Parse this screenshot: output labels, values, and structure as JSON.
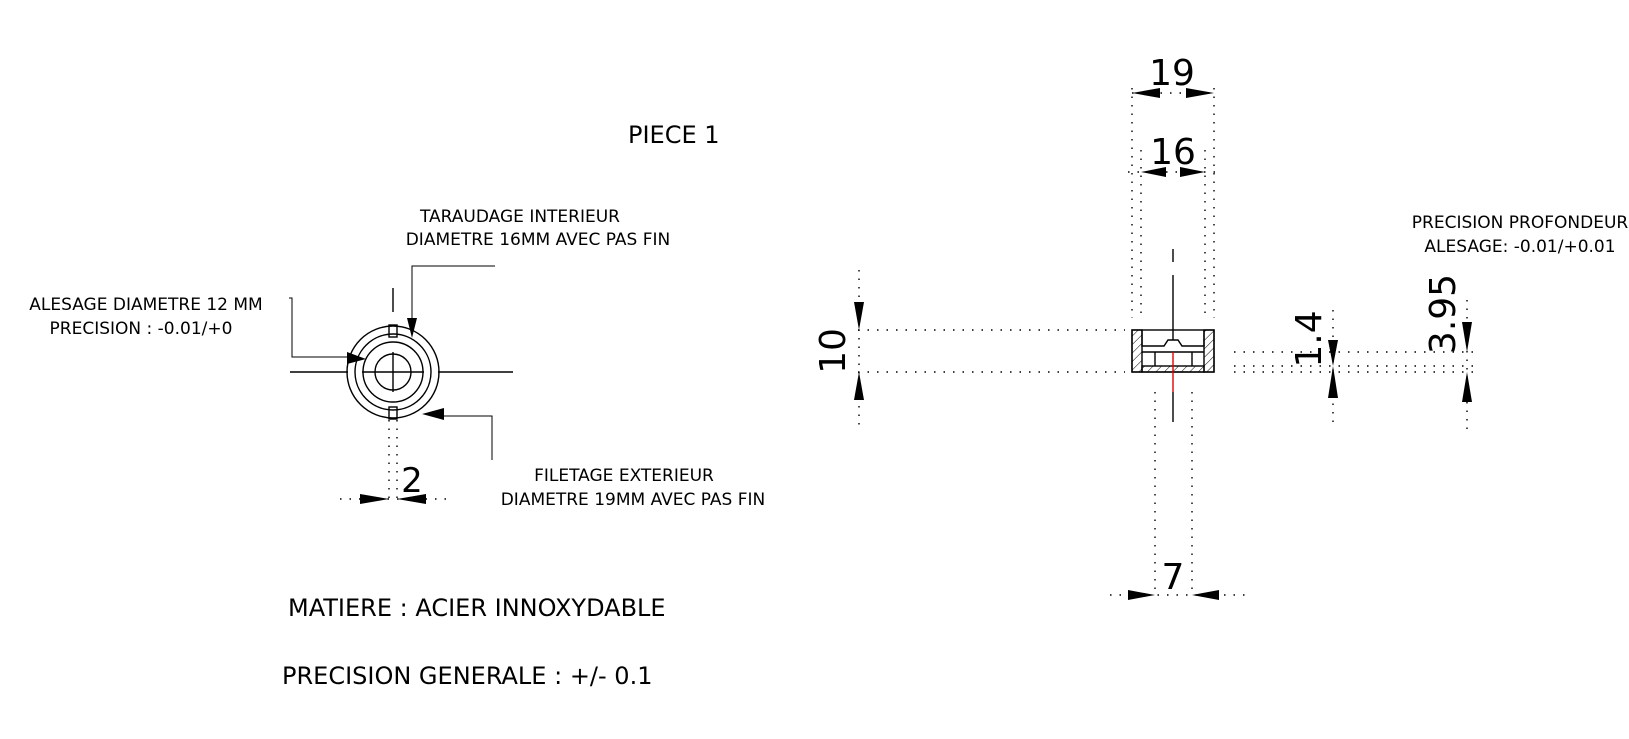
{
  "title": "PIECE 1",
  "notes": {
    "taraudage_line1": "TARAUDAGE INTERIEUR",
    "taraudage_line2": "DIAMETRE 16MM  AVEC PAS FIN",
    "alesage_line1": "ALESAGE DIAMETRE 12 MM",
    "alesage_line2": "PRECISION : -0.01/+0",
    "filetage_line1": "FILETAGE EXTERIEUR",
    "filetage_line2": "DIAMETRE 19MM  AVEC PAS FIN",
    "matiere": "MATIERE : ACIER  INNOXYDABLE",
    "precision_generale": "PRECISION GENERALE : +/- 0.1",
    "profondeur_line1": "PRECISION  PROFONDEUR",
    "profondeur_line2": "ALESAGE: -0.01/+0.01"
  },
  "dimensions": {
    "top_view_wall": "2",
    "outer_diameter": "19",
    "inner_diameter": "16",
    "height": "10",
    "bore_diameter": "7",
    "step_depth": "1.4",
    "bore_depth": "3.95"
  },
  "colors": {
    "line": "#000000",
    "axis": "#e00000",
    "background": "#ffffff"
  }
}
